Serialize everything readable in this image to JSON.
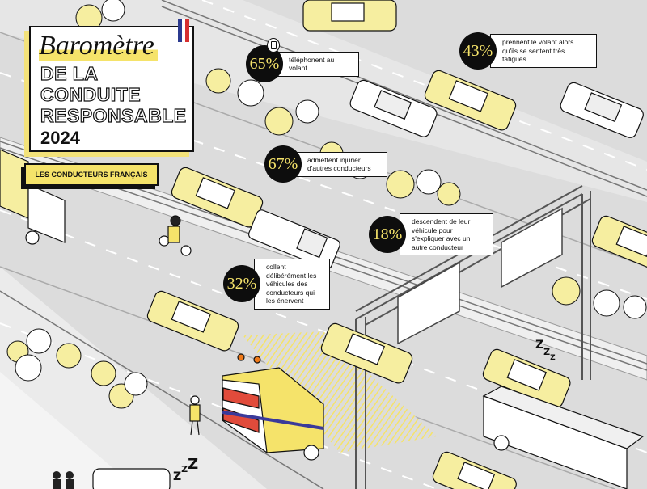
{
  "title": {
    "script_word": "Baromètre",
    "lines": [
      "DE LA",
      "CONDUITE",
      "RESPONSABLE"
    ],
    "year": "2024",
    "flag_colors": [
      "#2b3a8f",
      "#ffffff",
      "#d62f2f"
    ]
  },
  "tag": "LES CONDUCTEURS FRANÇAIS",
  "stats": [
    {
      "value": "65%",
      "text": "téléphonent au volant"
    },
    {
      "value": "43%",
      "text": "prennent le volant alors qu'ils se sentent très fatigués"
    },
    {
      "value": "67%",
      "text": "admettent injurier d'autres conducteurs"
    },
    {
      "value": "18%",
      "text": "descendent de leur véhicule pour s'expliquer avec un autre conducteur"
    },
    {
      "value": "32%",
      "text": "collent délibérément les véhicules des conducteurs qui les énervent"
    }
  ],
  "icons": [
    "phone-icon",
    "sleep-zzz-icon"
  ],
  "colors": {
    "accent_yellow": "#f5e36a",
    "badge_black": "#0d0d0d",
    "road_grey": "#dcdcdc",
    "ink": "#111111"
  }
}
